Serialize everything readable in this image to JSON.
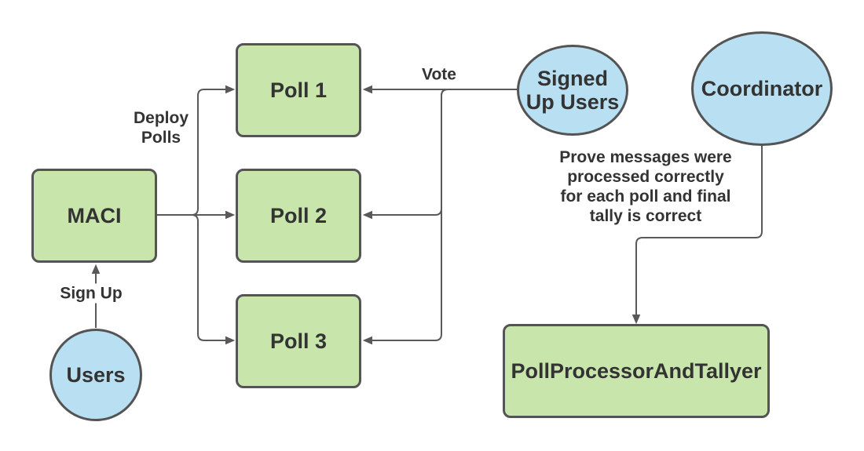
{
  "diagram": {
    "description": "MACI voting architecture flowchart",
    "colors": {
      "node_green": "#c8e5ac",
      "node_blue": "#b9e0f2",
      "shape_stroke": "#545454",
      "edge_stroke": "#595959",
      "text": "#333333",
      "label_background": "#ffffff"
    },
    "nodes": {
      "maci": {
        "label": "MACI"
      },
      "poll1": {
        "label": "Poll 1"
      },
      "poll2": {
        "label": "Poll 2"
      },
      "poll3": {
        "label": "Poll 3"
      },
      "poll_processor": {
        "label": "PollProcessorAndTallyer"
      },
      "users": {
        "label": "Users"
      },
      "signed_up_users": {
        "label": "Signed\nUp Users"
      },
      "coordinator": {
        "label": "Coordinator"
      }
    },
    "edge_labels": {
      "sign_up": "Sign Up",
      "deploy_polls": "Deploy\nPolls",
      "vote": "Vote",
      "prove": "Prove messages were\nprocessed correctly\nfor each poll and final\ntally is correct"
    }
  }
}
